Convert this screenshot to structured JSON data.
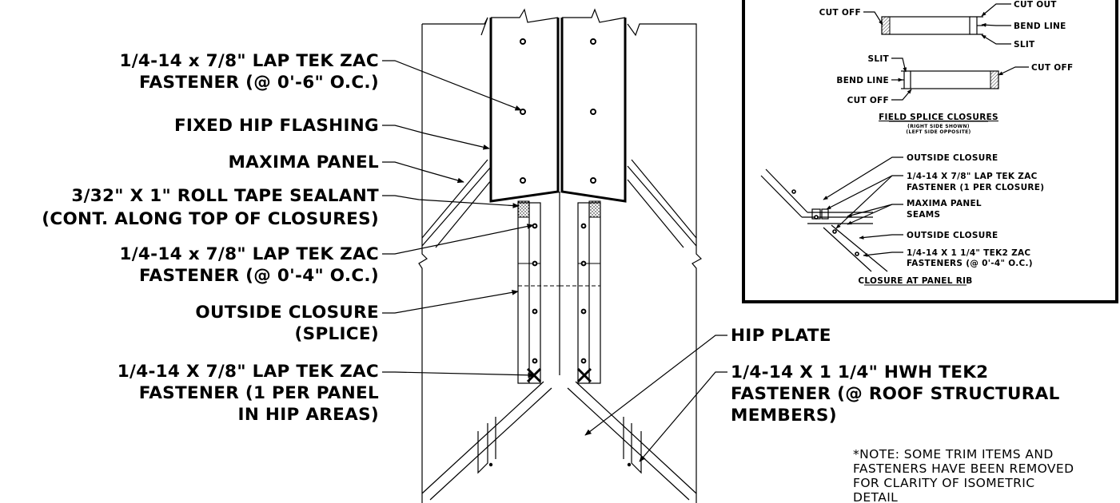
{
  "main_labels": {
    "lap_fastener_6": [
      "1/4-14 x 7/8\" LAP TEK ZAC",
      "FASTENER (@ 0'-6\" O.C.)"
    ],
    "fixed_hip_flashing": "FIXED HIP FLASHING",
    "maxima_panel": "MAXIMA PANEL",
    "roll_tape": [
      "3/32\" X 1\" ROLL TAPE SEALANT",
      "(CONT. ALONG TOP OF CLOSURES)"
    ],
    "lap_fastener_4": [
      "1/4-14 x 7/8\" LAP TEK ZAC",
      "FASTENER (@ 0'-4\" O.C.)"
    ],
    "outside_closure_splice": [
      "OUTSIDE CLOSURE",
      "(SPLICE)"
    ],
    "lap_fastener_hip": [
      "1/4-14 X 7/8\" LAP TEK ZAC",
      "FASTENER (1 PER PANEL",
      "IN HIP AREAS)"
    ],
    "hip_plate": "HIP PLATE",
    "hwh_fastener": [
      "1/4-14 X 1 1/4\" HWH TEK2",
      "FASTENER (@ ROOF STRUCTURAL",
      "MEMBERS)"
    ]
  },
  "note": [
    "*NOTE: SOME TRIM ITEMS AND",
    "FASTENERS HAVE BEEN REMOVED",
    "FOR CLARITY OF ISOMETRIC",
    "DETAIL"
  ],
  "inset": {
    "field_splice": {
      "cut_off_top": "CUT OFF",
      "cut_out": "CUT OUT",
      "bend_line_right": "BEND LINE",
      "slit_right": "SLIT",
      "slit_left": "SLIT",
      "bend_line_left": "BEND LINE",
      "cut_off_right": "CUT OFF",
      "cut_off_bottom": "CUT OFF",
      "title": "FIELD SPLICE CLOSURES",
      "sub1": "(RIGHT SIDE SHOWN)",
      "sub2": "(LEFT SIDE OPPOSITE)"
    },
    "rib": {
      "outside_closure_top": "OUTSIDE CLOSURE",
      "lap_fastener": [
        "1/4-14 X 7/8\" LAP TEK ZAC",
        "FASTENER (1 PER CLOSURE)"
      ],
      "maxima_seams": [
        "MAXIMA PANEL",
        "SEAMS"
      ],
      "outside_closure_bottom": "OUTSIDE CLOSURE",
      "tek2": [
        "1/4-14 X 1 1/4\" TEK2 ZAC",
        "FASTENERS (@ 0'-4\" O.C.)"
      ],
      "title": "CLOSURE AT PANEL RIB"
    }
  }
}
